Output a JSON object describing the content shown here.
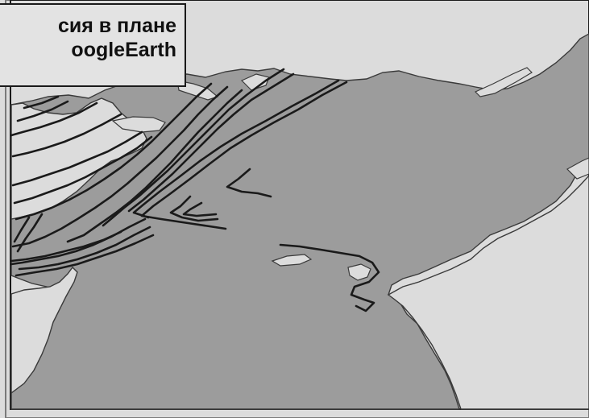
{
  "caption": {
    "line1": "сия в плане",
    "line2": "oogleEarth"
  },
  "colors": {
    "sea": "#9c9c9c",
    "land": "#dcdcdc",
    "shoreline": "#3a3a3a",
    "contour": "#1a1a1a",
    "frame": "#7a7a7a",
    "caption_bg": "#e3e3e3"
  },
  "map": {
    "features": [
      "sea",
      "land",
      "coastline",
      "islands",
      "fold-contour-lines"
    ]
  }
}
